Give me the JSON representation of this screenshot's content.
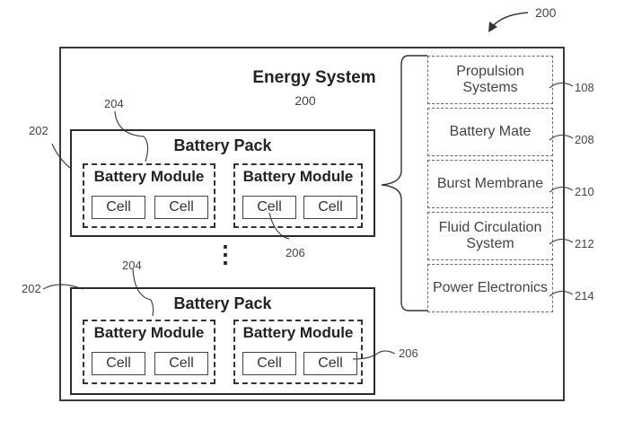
{
  "figure_ref": "200",
  "energy_system": {
    "title": "Energy System",
    "ref": "200"
  },
  "packs": [
    {
      "title": "Battery Pack",
      "ref": "202",
      "module_ref": "204",
      "modules": [
        {
          "title": "Battery Module",
          "cells": [
            "Cell",
            "Cell"
          ]
        },
        {
          "title": "Battery Module",
          "cells": [
            "Cell",
            "Cell"
          ]
        }
      ],
      "cell_ref": "206"
    },
    {
      "title": "Battery Pack",
      "ref": "202",
      "module_ref": "204",
      "modules": [
        {
          "title": "Battery Module",
          "cells": [
            "Cell",
            "Cell"
          ]
        },
        {
          "title": "Battery Module",
          "cells": [
            "Cell",
            "Cell"
          ]
        }
      ],
      "cell_ref": "206"
    }
  ],
  "ellipsis": "⋮",
  "subsystems": [
    {
      "label": "Propulsion Systems",
      "ref": "108"
    },
    {
      "label": "Battery Mate",
      "ref": "208"
    },
    {
      "label": "Burst Membrane",
      "ref": "210"
    },
    {
      "label": "Fluid Circulation System",
      "ref": "212"
    },
    {
      "label": "Power Electronics",
      "ref": "214"
    }
  ]
}
